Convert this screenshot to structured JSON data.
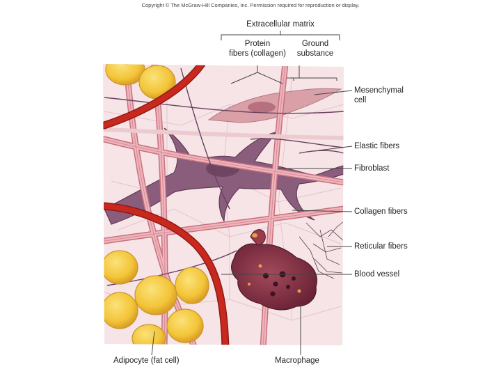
{
  "copyright": "Copyright © The McGraw-Hill Companies, Inc. Permission required for reproduction or display.",
  "labels": {
    "extracellular_matrix": "Extracellular matrix",
    "protein_fibers_line1": "Protein",
    "protein_fibers_line2": "fibers (collagen)",
    "ground_substance_line1": "Ground",
    "ground_substance_line2": "substance",
    "mesenchymal_line1": "Mesenchymal",
    "mesenchymal_line2": "cell",
    "elastic_fibers": "Elastic fibers",
    "fibroblast": "Fibroblast",
    "collagen_fibers": "Collagen fibers",
    "reticular_fibers": "Reticular fibers",
    "blood_vessel": "Blood vessel",
    "adipocyte": "Adipocyte (fat cell)",
    "macrophage": "Macrophage"
  },
  "colors": {
    "ground": "#f6e4e6",
    "collagen": "#e8a3ac",
    "collagen_edge": "#c9707e",
    "vessel": "#c8281e",
    "vessel_edge": "#8e1a14",
    "fibroblast": "#8a5d7c",
    "fibroblast_edge": "#5f3b55",
    "mesenchymal": "#d9a0a8",
    "fat": "#f3c437",
    "fat_edge": "#c9962a",
    "macrophage": "#9a3a4a",
    "leader": "#444444"
  }
}
